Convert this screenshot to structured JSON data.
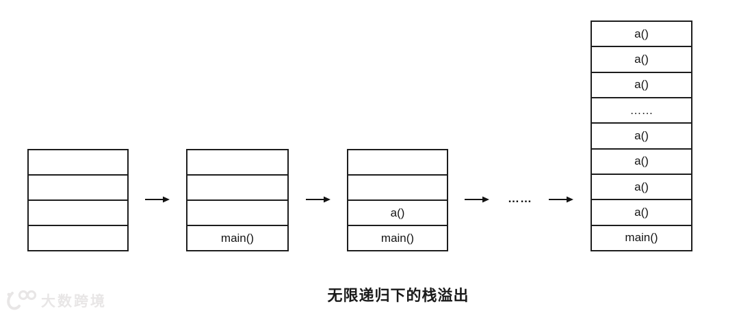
{
  "diagram": {
    "stacks": [
      {
        "id": "stack-1",
        "rows": [
          "",
          "",
          "",
          ""
        ]
      },
      {
        "id": "stack-2",
        "rows": [
          "",
          "",
          "",
          "main()"
        ]
      },
      {
        "id": "stack-3",
        "rows": [
          "",
          "",
          "a()",
          "main()"
        ]
      },
      {
        "id": "stack-4",
        "rows": [
          "a()",
          "a()",
          "a()",
          "……",
          "a()",
          "a()",
          "a()",
          "a()",
          "main()"
        ]
      }
    ],
    "ellipsis_between": "……",
    "caption": "无限递归下的栈溢出"
  },
  "watermark": {
    "logo": "100-logo",
    "text": "大数跨境",
    "color": "#e8e6e6"
  },
  "colors": {
    "background": "#ffffff",
    "border": "#1c1c1c",
    "text": "#141414"
  }
}
